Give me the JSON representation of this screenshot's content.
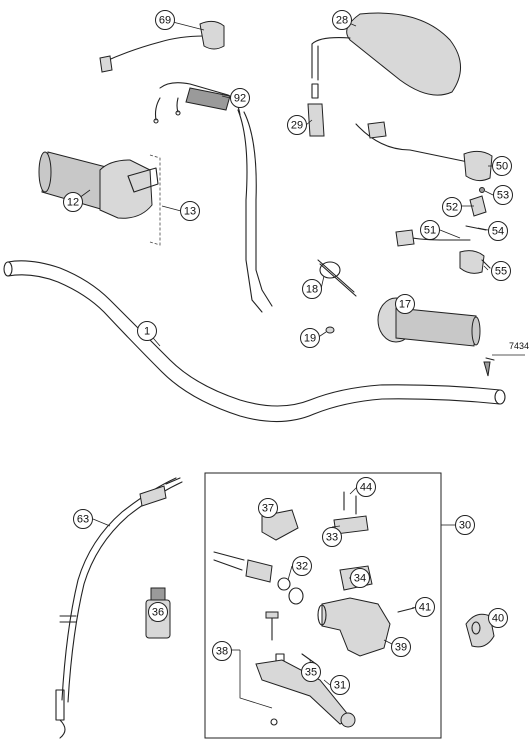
{
  "diagram": {
    "callouts": [
      "69",
      "28",
      "92",
      "29",
      "50",
      "53",
      "52",
      "54",
      "51",
      "55",
      "12",
      "13",
      "18",
      "17",
      "1",
      "19",
      "7434",
      "44",
      "37",
      "30",
      "33",
      "63",
      "32",
      "34",
      "36",
      "41",
      "38",
      "39",
      "40",
      "35",
      "31"
    ]
  }
}
